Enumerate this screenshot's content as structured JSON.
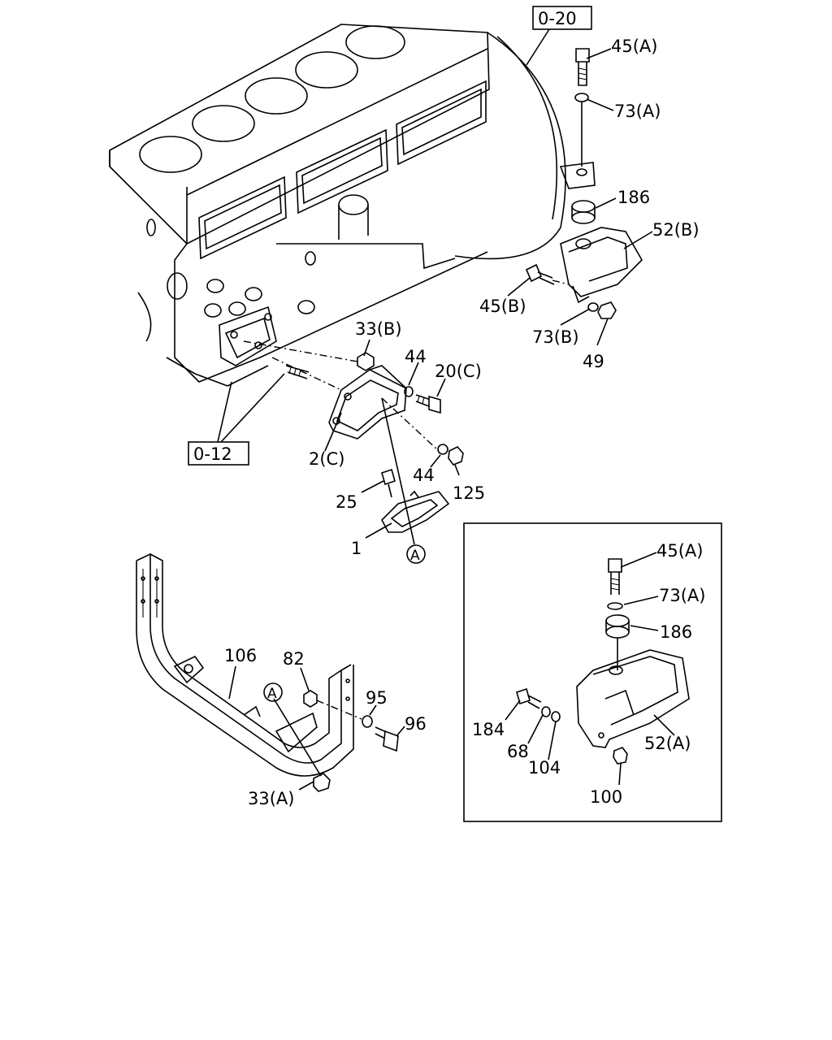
{
  "ref_boxes": {
    "top": "0-20",
    "left": "0-12"
  },
  "circle_markers": {
    "upper": "A",
    "lower": "A"
  },
  "parts": {
    "p45A_top": "45(A)",
    "p73A_top": "73(A)",
    "p186_top": "186",
    "p52B": "52(B)",
    "p45B": "45(B)",
    "p73B": "73(B)",
    "p49": "49",
    "p33B": "33(B)",
    "p44_upper": "44",
    "p20C": "20(C)",
    "p2C": "2(C)",
    "p44_lower": "44",
    "p125": "125",
    "p25": "25",
    "p1": "1",
    "p106": "106",
    "p82": "82",
    "p95": "95",
    "p96": "96",
    "p33A": "33(A)"
  },
  "inset_parts": {
    "p45A": "45(A)",
    "p73A": "73(A)",
    "p186": "186",
    "p184": "184",
    "p68": "68",
    "p104": "104",
    "p52A": "52(A)",
    "p100": "100"
  }
}
